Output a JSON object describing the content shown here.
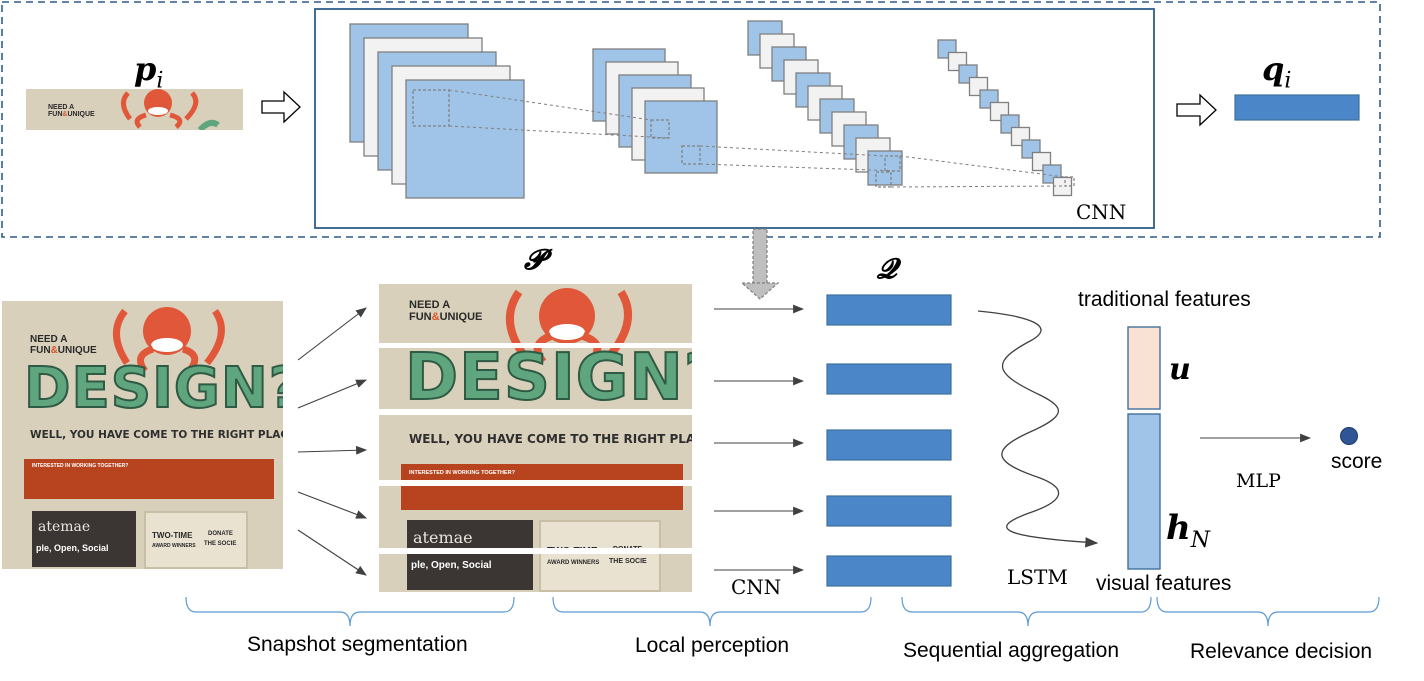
{
  "labels": {
    "p_i": "p",
    "p_i_sub": "i",
    "q_i": "q",
    "q_i_sub": "i",
    "cnn_top": "CNN",
    "P_set": "𝓟",
    "Q_set": "𝓠",
    "cnn_bottom": "CNN",
    "lstm": "LSTM",
    "traditional_features": "traditional features",
    "u": "u",
    "h_N": "h",
    "h_N_sub": "N",
    "visual_features": "visual features",
    "mlp": "MLP",
    "score": "score"
  },
  "stages": [
    "Snapshot segmentation",
    "Local perception",
    "Sequential aggregation",
    "Relevance decision"
  ],
  "snapshot": {
    "need_line1": "NEED A",
    "need_line2a": "FUN",
    "need_amp": "&",
    "need_line2b": "UNIQUE",
    "design": "DESIGN?",
    "well": "WELL, YOU HAVE COME TO THE RIGHT PLACE",
    "banner": "INTERESTED IN WORKING TOGETHER?",
    "card_a": "atemae",
    "card_a_sub": "ple, Open, Social",
    "card_b": "TWO-TIME",
    "card_b_sub": "AWARD WINNERS",
    "card_c": "DONATE",
    "card_c_sub": "THE SOCIE"
  },
  "colors": {
    "feature_blue": "#4a86c8",
    "map_blue": "#a0c4e8",
    "map_white": "#f2f2f2",
    "feature_border": "#41719c",
    "u_fill": "#f9e1d3",
    "h_fill": "#a0c4e8",
    "score_dot": "#2f5597",
    "dashed_frame": "#2f5d8a",
    "brace": "#5b9bd5"
  }
}
